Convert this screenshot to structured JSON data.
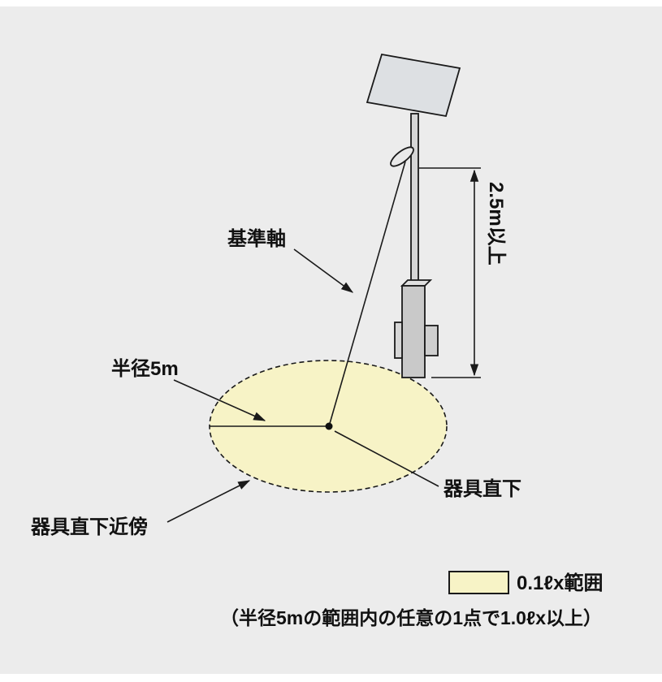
{
  "diagram": {
    "labels": {
      "reference_axis": "基準軸",
      "radius": "半径5m",
      "mounting_height": "2.5m以上",
      "directly_below_fixture": "器具直下",
      "near_directly_below_fixture": "器具直下近傍"
    },
    "legend": {
      "swatch_label": "0.1ℓx範囲",
      "note": "（半径5mの範囲内の任意の1点で1.0ℓx以上）"
    },
    "colors": {
      "background": "#ececec",
      "illuminance_area_fill": "#f7f3c6",
      "line": "#1a1a1a",
      "fixture_fill": "#d9d9d9"
    }
  }
}
